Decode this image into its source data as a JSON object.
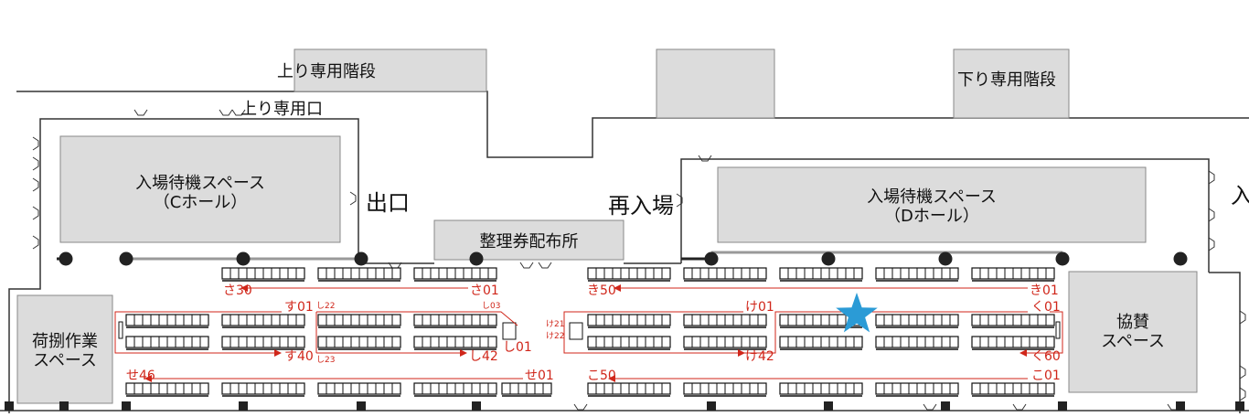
{
  "colors": {
    "wall": "#333333",
    "zone_fill": "#dcdcdc",
    "zone_border": "#888888",
    "route": "#d0261a",
    "marker": "#2b9bd6",
    "pillar": "#222222"
  },
  "labels": {
    "up_stairs": "上り専用階段",
    "down_stairs": "下り専用階段",
    "up_entrance": "上り専用口",
    "exit": "出口",
    "reentry": "再入場",
    "entrance": "入"
  },
  "zones": {
    "waiting_c": "入場待機スペース\n（Cホール）",
    "waiting_d": "入場待機スペース\n（Dホール）",
    "ticket": "整理券配布所",
    "baggage": "荷捌作業\nスペース",
    "sponsor": "協賛\nスペース"
  },
  "routes": {
    "sa30": "さ30",
    "sa01": "さ01",
    "ki50": "き50",
    "ki01": "き01",
    "su01": "す01",
    "su40": "す40",
    "shi22": "し22",
    "shi23": "し23",
    "shi03": "し03",
    "shi01": "し01",
    "shi42": "し42",
    "ke01": "け01",
    "ke42": "け42",
    "ke21": "け21",
    "ke22": "け22",
    "ku01": "く01",
    "ku60": "く60",
    "se46": "せ46",
    "se01": "せ01",
    "ko50": "こ50",
    "ko01": "こ01"
  },
  "marker": {
    "icon": "star-icon"
  }
}
